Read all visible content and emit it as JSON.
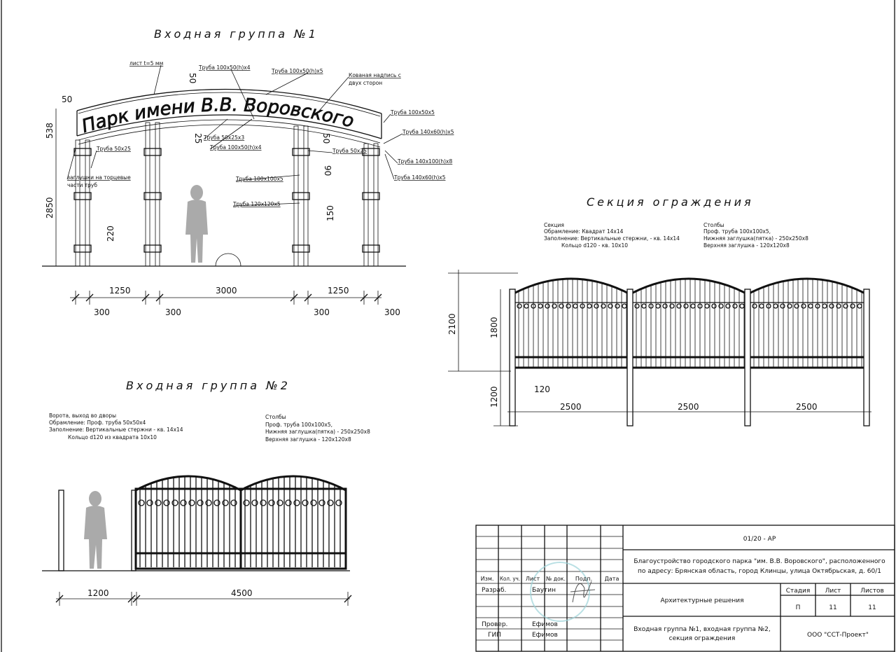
{
  "group1": {
    "title": "Входная группа №1",
    "sign_text": "Парк имени В.В. Воровского",
    "annotations": [
      "лист t=5 мм",
      "Труба 100х50(h)х4",
      "Труба 100х50(h)х5",
      "Кованая надпись с",
      "двух сторон",
      "Труба 100х50х5",
      "Труба 140х60(h)х5",
      "Труба 50х25",
      "Труба 50х25х3",
      "Труба 100х50(h)х4",
      "Труба 50х25",
      "Труба 140х100(h)х8",
      "Труба 140х60(h)х5",
      "заглушки на торцевые",
      "части труб",
      "Труба 100х100х5",
      "Труба 120х120х5"
    ],
    "dims": {
      "d50a": "50",
      "d50b": "50",
      "d538": "538",
      "d25": "25",
      "d50c": "50",
      "d90": "90",
      "d150": "150",
      "d2850": "2850",
      "d220": "220",
      "w1": "1250",
      "w2": "3000",
      "w3": "1250",
      "p1": "300",
      "p2": "300",
      "p3": "300",
      "p4": "300"
    }
  },
  "fence": {
    "title": "Секция ограждения",
    "notes_left": [
      "Секция",
      "Обрамление: Квадрат 14х14",
      "Заполнение: Вертикальные стержни, - кв. 14х14",
      "Кольцо d120 - кв. 10х10"
    ],
    "notes_right": [
      "Столбы",
      "Проф. труба 100х100х5,",
      "Нижняя заглушка(пятка) - 250х250х8",
      "Верхняя заглушка - 120х120х8"
    ],
    "dims": {
      "h2100": "2100",
      "h1800": "1800",
      "h1200": "1200",
      "d120": "120",
      "w1": "2500",
      "w2": "2500",
      "w3": "2500"
    }
  },
  "group2": {
    "title": "Входная группа №2",
    "notes_left": [
      "Ворота, выход во дворы",
      "Обрамление: Проф. труба 50х50х4",
      "Заполнение: Вертикальные стержни - кв. 14х14",
      "Кольцо d120 из квадрата 10х10"
    ],
    "notes_right": [
      "Столбы",
      "Проф. труба 100х100х5,",
      "Нижняя заглушка(пятка) - 250х250х8",
      "Верхняя заглушка - 120х120х8"
    ],
    "dims": {
      "w1": "1200",
      "w2": "4500"
    }
  },
  "title_block": {
    "code": "01/20 - АР",
    "project": [
      "Благоустройство городского парка \"им. В.В. Воровского\", расположенного",
      "по адресу: Брянская область, город Клинцы, улица Октябрьская, д. 60/1"
    ],
    "headers": [
      "Изм.",
      "Кол. уч.",
      "Лист",
      "№ док.",
      "Подп.",
      "Дата"
    ],
    "roles": [
      {
        "role": "Разраб.",
        "name": "Баутин"
      },
      {
        "role": "Провер.",
        "name": "Ефимов"
      },
      {
        "role": "ГИП",
        "name": "Ефимов"
      }
    ],
    "section": "Архитектурные решения",
    "stage_label": "Стадия",
    "sheet_label": "Лист",
    "sheets_label": "Листов",
    "stage": "П",
    "sheet": "11",
    "sheets": "11",
    "sheet_title": [
      "Входная группа №1, входная группа №2,",
      "секция ограждения"
    ],
    "company": "ООО \"ССТ-Проект\""
  }
}
